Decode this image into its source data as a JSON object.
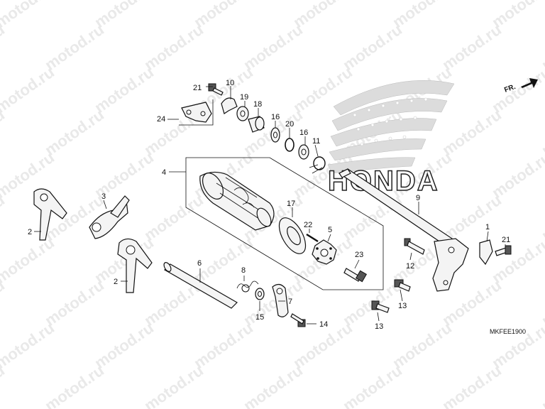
{
  "watermark": {
    "text": "motod.ru"
  },
  "brand": {
    "text": "HONDA"
  },
  "direction": {
    "label": "FR."
  },
  "diagram_code": "MKFEE1900",
  "callouts": {
    "c1": "1",
    "c2a": "2",
    "c2b": "2",
    "c3": "3",
    "c4": "4",
    "c5": "5",
    "c6": "6",
    "c7": "7",
    "c8": "8",
    "c9": "9",
    "c10": "10",
    "c11": "11",
    "c12": "12",
    "c13a": "13",
    "c13b": "13",
    "c14": "14",
    "c15": "15",
    "c16a": "16",
    "c16b": "16",
    "c17": "17",
    "c18": "18",
    "c19": "19",
    "c20": "20",
    "c21a": "21",
    "c21b": "21",
    "c22": "22",
    "c23": "23",
    "c24": "24"
  }
}
